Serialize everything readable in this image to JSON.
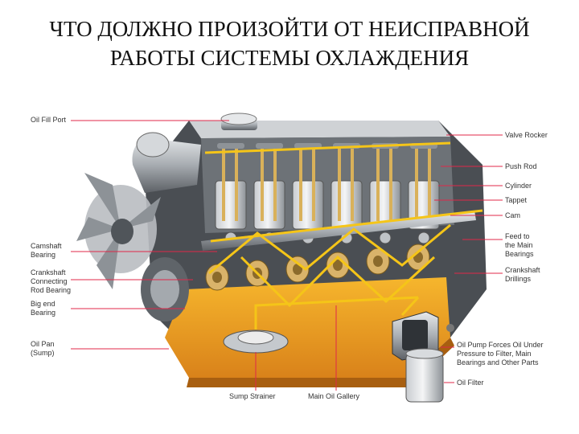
{
  "title": {
    "line1": "ЧТО ДОЛЖНО ПРОИЗОЙТИ ОТ НЕИСПРАВНОЙ",
    "line2": "РАБОТЫ СИСТЕМЫ ОХЛАЖДЕНИЯ"
  },
  "labels": {
    "oil_fill_port": "Oil Fill Port",
    "valve_rocker": "Valve Rocker",
    "push_rod": "Push Rod",
    "cylinder": "Cylinder",
    "tappet": "Tappet",
    "cam": "Cam",
    "feed_main_bearings": "Feed to\nthe Main\nBearings",
    "crankshaft_drillings": "Crankshaft\nDrillings",
    "camshaft_bearing": "Camshaft\nBearing",
    "crankshaft_connecting_rod_bearing": "Crankshaft\nConnecting\nRod Bearing",
    "big_end_bearing": "Big end\nBearing",
    "oil_pan": "Oil Pan\n(Sump)",
    "oil_pump": "Oil Pump Forces Oil Under\nPressure to Filter, Main\nBearings and Other Parts",
    "oil_filter": "Oil Filter",
    "sump_strainer": "Sump Strainer",
    "main_oil_gallery": "Main Oil Gallery"
  },
  "colors": {
    "leader_line": "#e0284a",
    "oil": "#f2a11c",
    "oil_line": "#f5c518",
    "metal": "#9aa0a6",
    "dark_metal": "#3b3f44"
  }
}
